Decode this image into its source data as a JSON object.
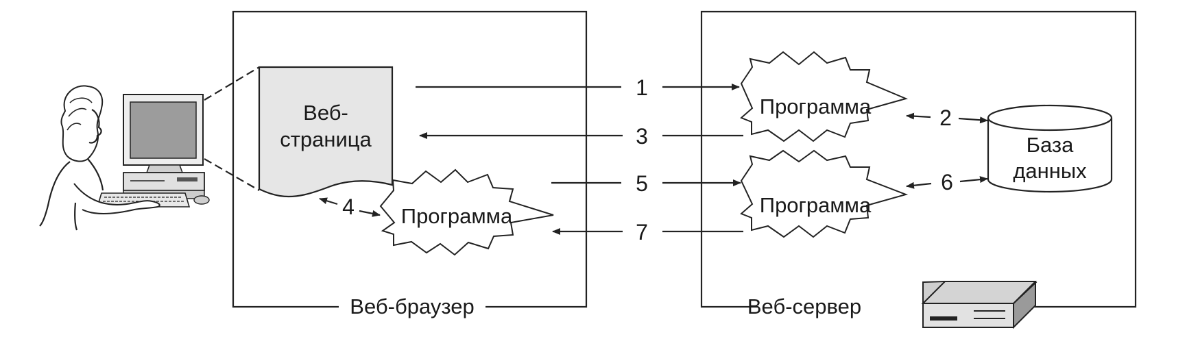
{
  "browser": {
    "label": "Веб-браузер"
  },
  "server": {
    "label": "Веб-сервер"
  },
  "web_page": {
    "line1": "Веб-",
    "line2": "страница"
  },
  "programs": {
    "client": "Программа",
    "server_top": "Программа",
    "server_bottom": "Программа"
  },
  "database": {
    "line1": "База",
    "line2": "данных"
  },
  "steps": [
    "1",
    "2",
    "3",
    "4",
    "5",
    "6",
    "7"
  ]
}
